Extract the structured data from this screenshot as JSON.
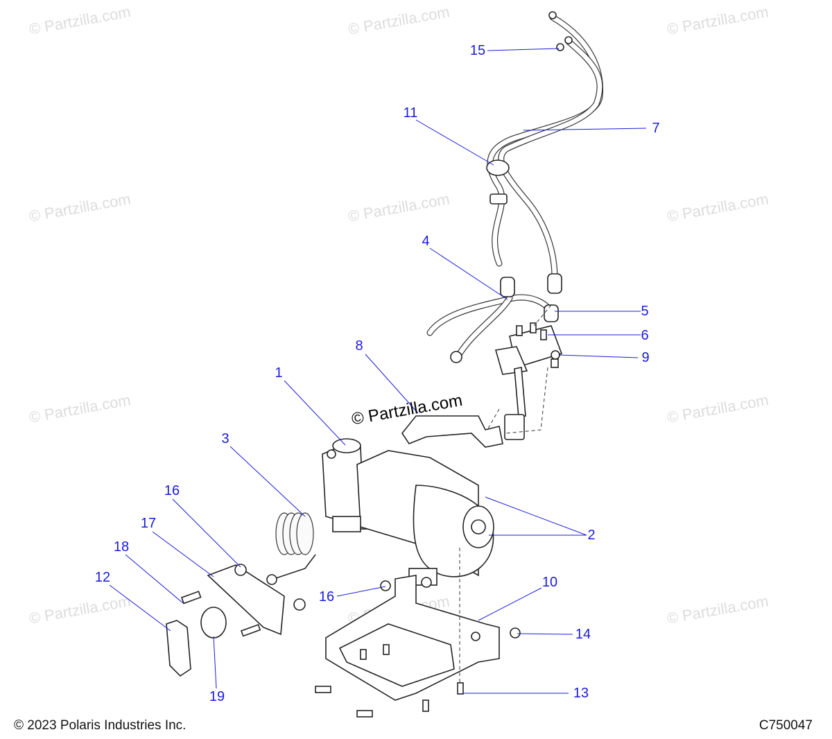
{
  "watermark": "© Partzilla.com",
  "footer": {
    "copyright": "© 2023 Polaris Industries Inc.",
    "code": "C750047"
  },
  "callouts": [
    "1",
    "2",
    "3",
    "4",
    "5",
    "6",
    "7",
    "8",
    "9",
    "10",
    "11",
    "12",
    "13",
    "14",
    "15",
    "16",
    "16",
    "17",
    "18",
    "19"
  ],
  "colors": {
    "callout": "#1a1ad8",
    "watermark": "#dcdcdc",
    "line": "#222222"
  }
}
